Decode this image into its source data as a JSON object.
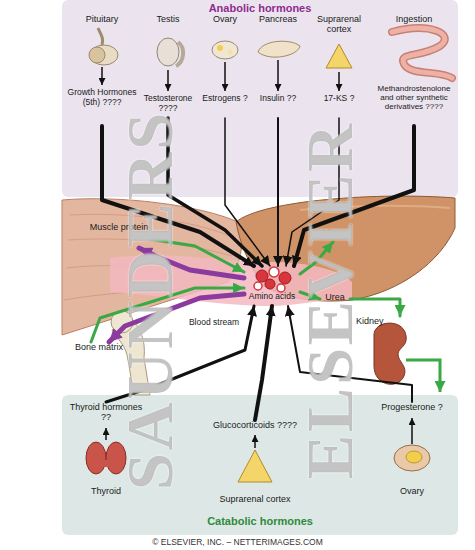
{
  "diagram": {
    "nodes": [
      {
        "text": [
          "Anabolic hormones"
        ]
      },
      {
        "text": [
          "Pituitary",
          "Growth Hormones (5th) ????"
        ],
        "in": 0
      },
      {
        "text": [
          "Testis",
          "Testosterone ????"
        ],
        "in": 0
      },
      {
        "text": [
          "Ovary",
          "Estrogens ?"
        ],
        "in": 0
      },
      {
        "text": [
          "Pancreas",
          "Insulin ??"
        ],
        "in": 0
      },
      {
        "text": [
          "Suprarenal cortex",
          "17-KS ?"
        ],
        "in": 0
      },
      {
        "text": [
          "Ingestion",
          "Methandrostenolone and other synthetic derivatives ????"
        ],
        "in": 0
      },
      {
        "text": [
          "Muscle protein"
        ]
      },
      {
        "text": [
          "Liver"
        ]
      },
      {
        "text": [
          "Amino acids"
        ]
      },
      {
        "text": [
          "Urea"
        ]
      },
      {
        "text": [
          "Kidney"
        ]
      },
      {
        "text": [
          "Bone matrix"
        ]
      },
      {
        "text": [
          "Catabolic hormones"
        ]
      },
      {
        "text": [
          "Thyroid hormones ??",
          "Thyroid"
        ],
        "in": 13
      },
      {
        "text": [
          "Glucocorticoids ????",
          "Suprarenal cortex"
        ],
        "in": 13
      },
      {
        "text": [
          "Progesterone ?",
          "Ovary"
        ],
        "in": 13
      }
    ],
    "edges": [
      {
        "from": 1,
        "to": 9,
        "arrow": "to"
      },
      {
        "from": 2,
        "to": 9,
        "arrow": "to"
      },
      {
        "from": 3,
        "to": 9,
        "arrow": "to"
      },
      {
        "from": 4,
        "to": 9,
        "arrow": "to"
      },
      {
        "from": 5,
        "to": 9,
        "arrow": "to"
      },
      {
        "from": 6,
        "to": 9,
        "arrow": "to"
      },
      {
        "from": 14,
        "to": 9,
        "arrow": "to"
      },
      {
        "from": 15,
        "to": 9,
        "arrow": "to"
      },
      {
        "from": 16,
        "to": 9,
        "arrow": "to"
      },
      {
        "from": 9,
        "to": 7,
        "arrow": "to"
      },
      {
        "from": 7,
        "to": 9,
        "arrow": "to"
      },
      {
        "from": 9,
        "to": 12,
        "arrow": "to"
      },
      {
        "from": 12,
        "to": 9,
        "arrow": "to"
      },
      {
        "from": 9,
        "to": 8,
        "arrow": "to"
      },
      {
        "from": 9,
        "to": 10,
        "arrow": "to"
      },
      {
        "from": 10,
        "to": 11,
        "arrow": "to"
      }
    ],
    "labels": [
      "Blood stream",
      "SAUNDERS",
      "ELSEVIER",
      "© ELSEVIER, INC. – NETTERIMAGES.COM"
    ]
  }
}
